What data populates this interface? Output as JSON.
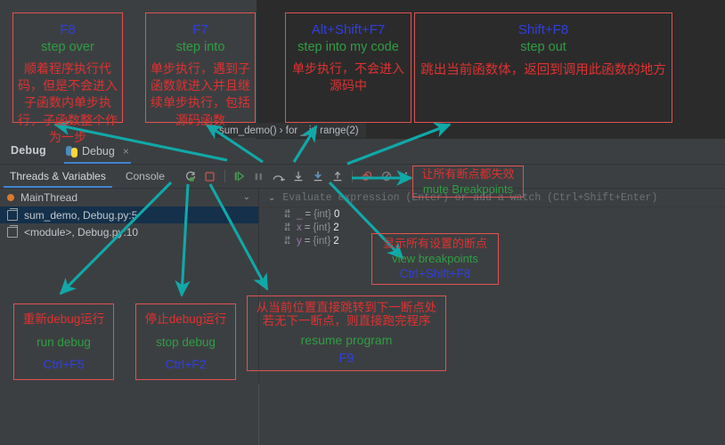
{
  "annotations": {
    "step_over": {
      "key": "F8",
      "en": "step over",
      "cn": "顺着程序执行代码，但是不会进入子函数内单步执行，子函数整个作为一步"
    },
    "step_into": {
      "key": "F7",
      "en": "step into",
      "cn": "单步执行，遇到子函数就进入并且继续单步执行，包括源码函数"
    },
    "step_into_my_code": {
      "key": "Alt+Shift+F7",
      "en": "step into my code",
      "cn": "单步执行，不会进入源码中"
    },
    "step_out": {
      "key": "Shift+F8",
      "en": "step out",
      "cn": "跳出当前函数体，返回到调用此函数的地方"
    },
    "mute_breakpoints": {
      "cn": "让所有断点都失效",
      "en": "mute Breakpoints"
    },
    "view_breakpoints": {
      "cn": "显示所有设置的断点",
      "en": "view breakpoints",
      "key": "Ctrl+Shift+F8"
    },
    "run_debug": {
      "cn": "重新debug运行",
      "en": "run debug",
      "key": "Ctrl+F5"
    },
    "stop_debug": {
      "cn": "停止debug运行",
      "en": "stop debug",
      "key": "Ctrl+F2"
    },
    "resume_program": {
      "cn1": "从当前位置直接跳转到下一断点处",
      "cn2": "若无下一断点，则直接跑完程序",
      "en": "resume program",
      "key": "F9"
    }
  },
  "breadcrumb": {
    "text": "sum_demo()  ›  for _ in range(2)"
  },
  "ide": {
    "title": "Debug",
    "tab": {
      "label": "Debug",
      "close": "×",
      "icon": "python-icon"
    },
    "subtabs": [
      {
        "label": "Threads & Variables",
        "active": true
      },
      {
        "label": "Console",
        "active": false
      }
    ],
    "toolbar": [
      {
        "name": "rerun-icon",
        "title": "Rerun"
      },
      {
        "name": "stop-icon",
        "title": "Stop"
      },
      {
        "name": "resume-icon",
        "title": "Resume Program"
      },
      {
        "name": "pause-icon",
        "title": "Pause Program"
      },
      {
        "name": "step-over-icon",
        "title": "Step Over"
      },
      {
        "name": "step-into-icon",
        "title": "Step Into"
      },
      {
        "name": "force-step-into-icon",
        "title": "Force Step Into"
      },
      {
        "name": "step-out-icon",
        "title": "Step Out"
      },
      {
        "name": "view-breakpoints-icon",
        "title": "View Breakpoints"
      },
      {
        "name": "mute-breakpoints-icon",
        "title": "Mute Breakpoints"
      },
      {
        "name": "more-options-icon",
        "title": "More"
      }
    ],
    "threads": {
      "name": "MainThread",
      "chevron": "⌄"
    },
    "frames": [
      {
        "label": "sum_demo, Debug.py:5",
        "selected": true
      },
      {
        "label": "<module>, Debug.py:10",
        "selected": false
      }
    ],
    "evaluate": {
      "placeholder": "Evaluate expression (Enter) or add a watch (Ctrl+Shift+Enter)",
      "chevron": "⌄"
    },
    "variables": [
      {
        "name": "_",
        "type": "{int}",
        "value": "0"
      },
      {
        "name": "x",
        "type": "{int}",
        "value": "2"
      },
      {
        "name": "y",
        "type": "{int}",
        "value": "2"
      }
    ]
  },
  "colors": {
    "box_border": "#e05252",
    "key_blue": "#2f3fe0",
    "en_green": "#2f9e44",
    "cn_red": "#e03131",
    "arrow_teal": "#11a8a8",
    "tab_underline": "#3e86d0",
    "selection": "#14304a"
  }
}
